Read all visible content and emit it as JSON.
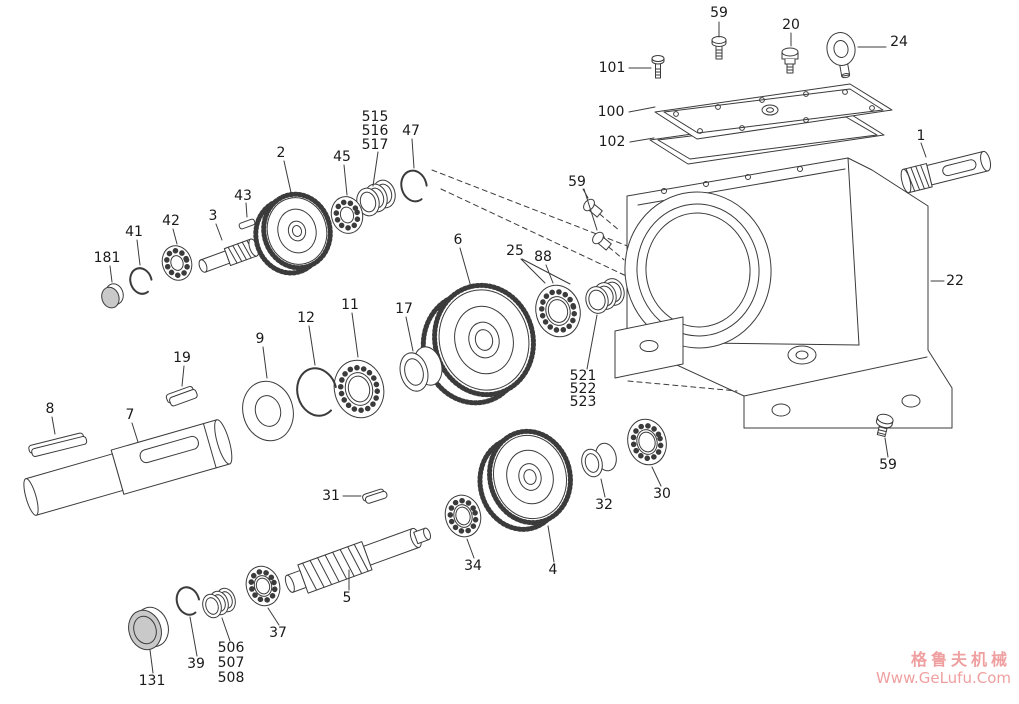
{
  "labels": [
    "59",
    "20",
    "24",
    "101",
    "100",
    "102",
    "1",
    "22",
    "59",
    "515",
    "516",
    "517",
    "47",
    "45",
    "2",
    "43",
    "3",
    "42",
    "41",
    "181",
    "6",
    "25",
    "88",
    "11",
    "17",
    "12",
    "9",
    "19",
    "521",
    "522",
    "523",
    "8",
    "7",
    "31",
    "5",
    "34",
    "4",
    "32",
    "30",
    "37",
    "39",
    "506",
    "507",
    "508",
    "131",
    "59"
  ],
  "watermark": {
    "brand": "格鲁夫机械",
    "url": "Www.GeLufu.Com"
  },
  "colors": {
    "line": "#3b3b3b",
    "watermark": "#ef9f9f",
    "background": "#ffffff"
  }
}
